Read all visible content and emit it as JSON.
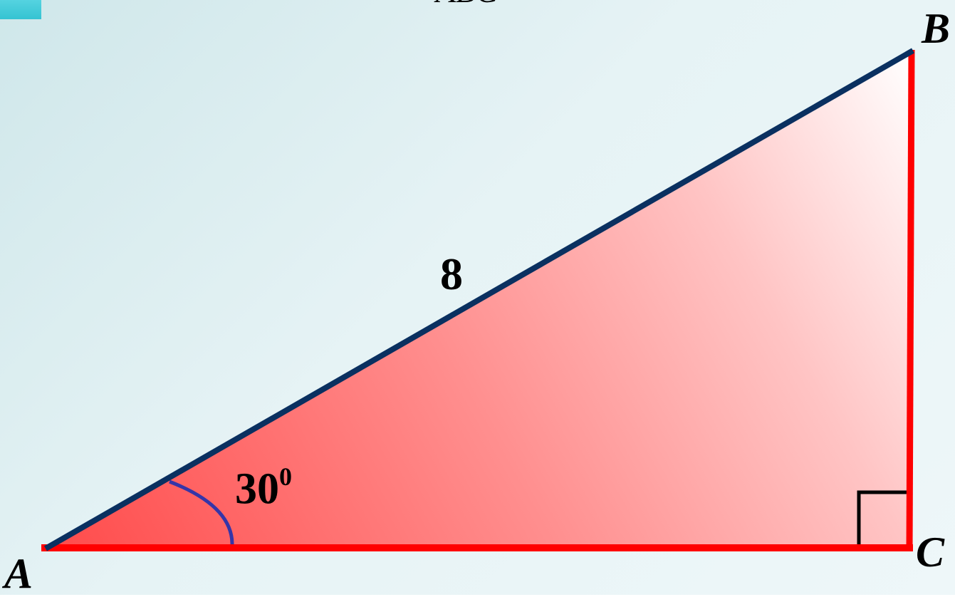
{
  "title_fragment": "ABC",
  "vertices": {
    "A": "A",
    "B": "B",
    "C": "C"
  },
  "hypotenuse_label": "8",
  "angle_label": {
    "value": "30",
    "superscript": "0"
  },
  "colors": {
    "hypotenuse": "#0a3060",
    "legs": "#ff0000",
    "angle_arc": "#3535a8",
    "right_angle_mark": "#000000",
    "fill_dark": "#ff4a4a",
    "fill_light": "#ffffff",
    "corner_tab": "#44cbd9"
  }
}
